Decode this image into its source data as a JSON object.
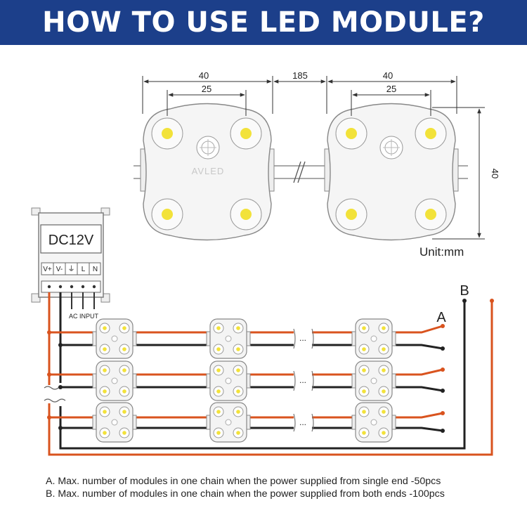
{
  "header": {
    "title": "HOW TO USE LED MODULE?"
  },
  "dimensions": {
    "module_width": "40",
    "lens_pitch": "25",
    "spacing": "185",
    "module_width_2": "40",
    "lens_pitch_2": "25",
    "module_height": "40",
    "unit": "Unit:mm"
  },
  "brand": {
    "watermark": "AVLED"
  },
  "power_supply": {
    "voltage": "DC12V",
    "terminals": [
      "V+",
      "V-",
      "⏚",
      "L",
      "N"
    ],
    "ac_label": "AC INPUT"
  },
  "wiring": {
    "label_a": "A",
    "label_b": "B",
    "ellipsis": "..."
  },
  "notes": [
    "A. Max. number of modules in one chain when the power supplied from single end -50pcs",
    "B. Max. number of modules in one chain when the power supplied from both ends -100pcs"
  ],
  "colors": {
    "banner": "#1c3f8a",
    "positive_wire": "#d9531e",
    "negative_wire": "#222222",
    "led": "#f2e23a",
    "module_body": "#f4f4f4"
  }
}
